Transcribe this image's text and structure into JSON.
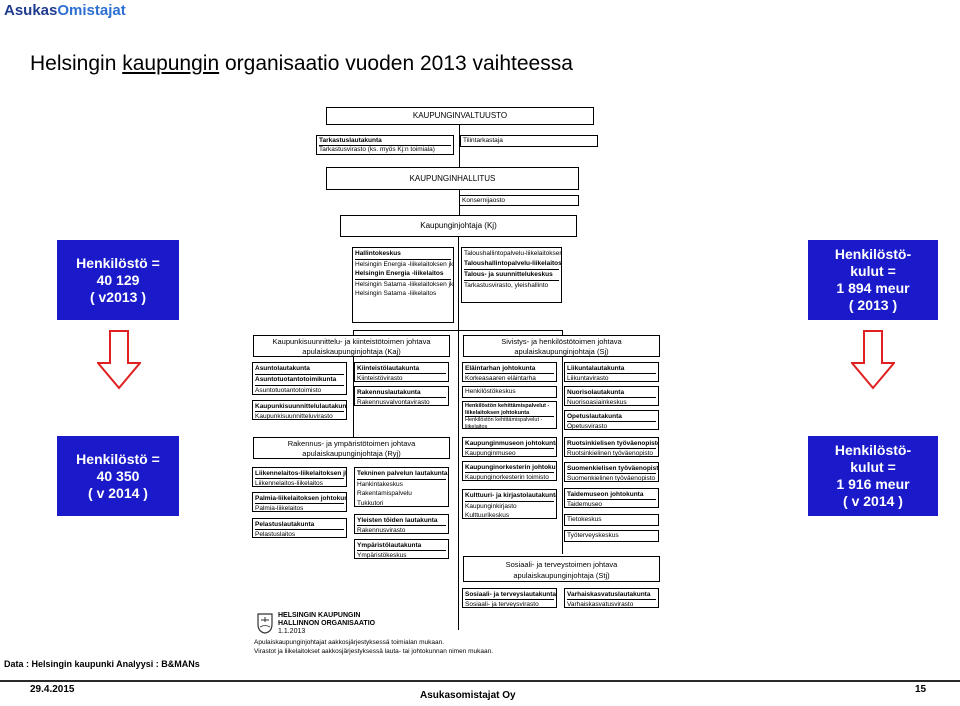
{
  "brand": {
    "part1": "Asukas",
    "part2": "Omistajat"
  },
  "title": {
    "pre": "Helsingin ",
    "underlined": "kaupungin",
    "post": " organisaatio vuoden 2013 vaihteessa"
  },
  "left_top_box": {
    "l1": "Henkilöstö =",
    "l2": "40 129",
    "l3": "( v2013 )"
  },
  "left_bottom_box": {
    "l1": "Henkilöstö =",
    "l2": "40 350",
    "l3": "( v 2014 )"
  },
  "right_top_box": {
    "l1": "Henkilöstö-",
    "l2": "kulut =",
    "l3": "1 894  meur",
    "l4": "( 2013 )"
  },
  "right_bottom_box": {
    "l1": "Henkilöstö-",
    "l2": "kulut =",
    "l3": "1 916  meur",
    "l4": "( v 2014 )"
  },
  "org": {
    "valtuusto": "KAUPUNGINVALTUUSTO",
    "tarkastus": [
      "Tarkastuslautakunta",
      "Tarkastusvirasto (ks. myös Kj:n toimiala)"
    ],
    "tilintarkastaja": "Tilintarkastaja",
    "hallitus": "KAUPUNGINHALLITUS",
    "konsernijaosto": "Konsernijaosto",
    "kj": "Kaupunginjohtaja (Kj)",
    "kj_left": [
      "Hallintokeskus",
      "Helsingin Energia -liikelaitoksen jk",
      "Helsingin Energia -liikelaitos",
      "Helsingin Satama -liikelaitoksen jk",
      "Helsingin Satama -liikelaitos"
    ],
    "kj_right": [
      "Taloushallintopalvelu-liikelaitoksen jk",
      "Taloushallintopalvelu-liikelaitos",
      "Talous- ja suunnittelukeskus",
      "Tarkastusvirasto, yleishallinto"
    ],
    "kaj_hdr": {
      "l1": "Kaupunkisuunnittelu- ja kiinteistötoimen johtava",
      "l2": "apulaiskaupunginjohtaja (Kaj)"
    },
    "sj_hdr": {
      "l1": "Sivistys- ja henkilöstötoimen johtava",
      "l2": "apulaiskaupunginjohtaja (Sj)"
    },
    "kaj_col1": [
      [
        "Asuntolautakunta",
        "Asuntotuotantotoimikunta",
        "Asuntotuotantotoimisto"
      ],
      [
        "Kaupunkisuunnittelulautakunta",
        "Kaupunkisuunnitteluvirasto"
      ]
    ],
    "kaj_col2": [
      [
        "Kiinteistölautakunta",
        "Kiinteistövirasto"
      ],
      [
        "Rakennuslautakunta",
        "Rakennusvalvontavirasto"
      ]
    ],
    "sj_col1": [
      [
        "Eläintarhan johtokunta",
        "Korkeasaaren eläintarha"
      ],
      [
        "Henkilöstökeskus"
      ],
      [
        "Henkilöstön kehittämispalvelut -liikelaitoksen johtokunta",
        "Henkilöstön kehittämispalvelut -liikelaitos"
      ]
    ],
    "sj_col2": [
      [
        "Liikuntalautakunta",
        "Liikuntavirasto"
      ],
      [
        "Nuorisolautakunta",
        "Nuorisoasiainkeskus"
      ],
      [
        "Opetuslautakunta",
        "Opetusvirasto"
      ]
    ],
    "ryj_hdr": {
      "l1": "Rakennus- ja ympäristötoimen johtava",
      "l2": "apulaiskaupunginjohtaja (Ryj)"
    },
    "ryj_col1": [
      [
        "Liikennelaitos-liikelaitoksen jk",
        "Liikennelaitos-liikelaitos"
      ],
      [
        "Palmia-liikelaitoksen johtokunta",
        "Palmia-liikelaitos"
      ],
      [
        "Pelastuslautakunta",
        "Pelastuslaitos"
      ]
    ],
    "ryj_col2": [
      [
        "Tekninen palvelun lautakunta",
        "Hankintakeskus",
        "Rakentamispalvelu",
        "Tukkutori"
      ],
      [
        "Yleisten töiden lautakunta",
        "Rakennusvirasto"
      ],
      [
        "Ympäristölautakunta",
        "Ympäristökeskus"
      ]
    ],
    "sj2_col1": [
      [
        "Kaupunginmuseon johtokunta",
        "Kaupunginmuseo"
      ],
      [
        "Kaupunginorkesterin johtokunta",
        "Kaupunginorkesterin toimisto"
      ],
      [
        "Kulttuuri- ja kirjastolautakunta",
        "Kaupunginkirjasto",
        "Kulttuurikeskus"
      ]
    ],
    "sj2_col2": [
      [
        "Ruotsinkielisen työväenopiston jk",
        "Ruotsinkielinen työväenopisto"
      ],
      [
        "Suomenkielisen työväenopiston jk",
        "Suomenkielinen työväenopisto"
      ],
      [
        "Taidemuseon johtokunta",
        "Taidemuseo"
      ],
      [
        "Tietokeskus"
      ],
      [
        "Työterveyskeskus"
      ]
    ],
    "stj_hdr": {
      "l1": "Sosiaali- ja terveystoimen johtava",
      "l2": "apulaiskaupunginjohtaja (Stj)"
    },
    "stj_col1": [
      [
        "Sosiaali- ja terveyslautakunta",
        "Sosiaali- ja terveysvirasto"
      ]
    ],
    "stj_col2": [
      [
        "Varhaiskasvatuslautakunta",
        "Varhaiskasvatusvirasto"
      ]
    ],
    "logo": {
      "l1": "HELSINGIN KAUPUNGIN",
      "l2": "HALLINNON ORGANISAATIO",
      "l3": "1.1.2013"
    },
    "notes": [
      "Apulaiskaupunginjohtajat aakkosjärjestyksessä toimialan mukaan.",
      "Virastot ja liikelaitokset aakkosjärjestyksessä lauta- tai johtokunnan nimen mukaan."
    ]
  },
  "footer": {
    "source": "Data :  Helsingin  kaupunki       Analyysi : B&MANs",
    "date": "29.4.2015",
    "company": "Asukasomistajat Oy",
    "page": "15"
  }
}
